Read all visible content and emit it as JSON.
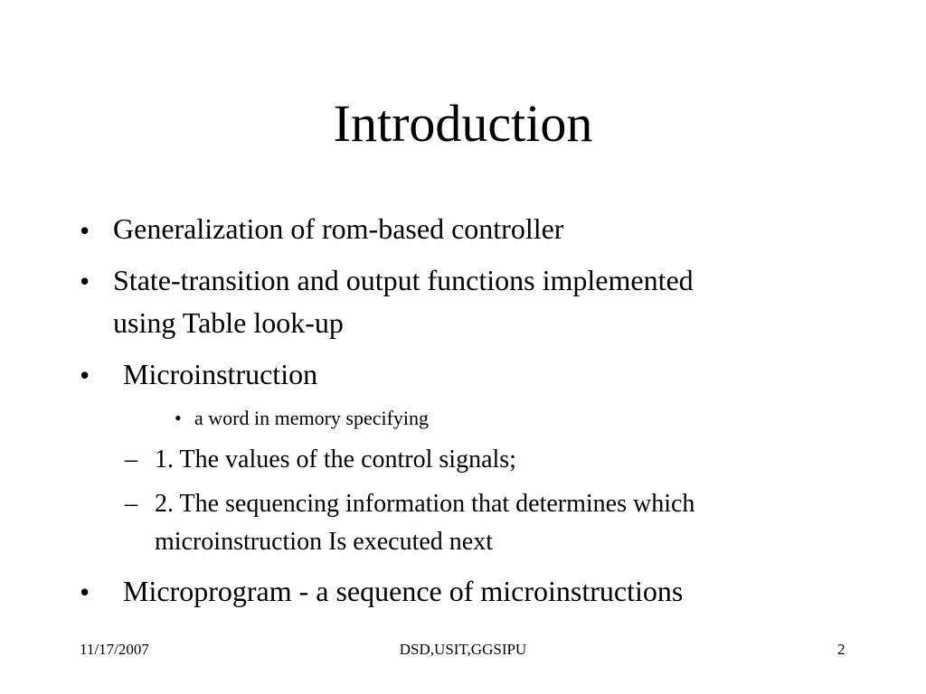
{
  "slide": {
    "title": "Introduction",
    "bullets": [
      {
        "marker": "•",
        "text": "Generalization of rom-based controller"
      },
      {
        "marker": "•",
        "line1": "State-transition and output functions implemented",
        "line2": "using Table look-up"
      },
      {
        "marker": "•",
        "text": "Microinstruction"
      },
      {
        "marker": "•",
        "text": "a word in memory specifying"
      },
      {
        "marker": "–",
        "text": "1. The values of the control signals;"
      },
      {
        "marker": "–",
        "line1": "2. The sequencing information that determines which",
        "line2": "microinstruction Is executed next"
      },
      {
        "marker": "•",
        "text": "Microprogram - a sequence of microinstructions"
      }
    ],
    "footer": {
      "date": "11/17/2007",
      "center": "DSD,USIT,GGSIPU",
      "page": "2"
    }
  }
}
